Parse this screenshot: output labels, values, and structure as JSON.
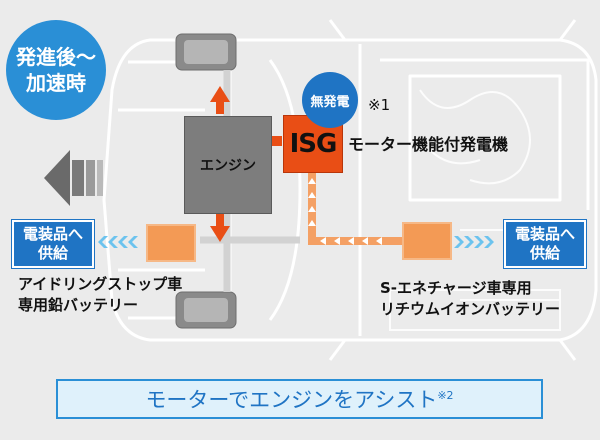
{
  "phase_badge": {
    "line1": "発進後～",
    "line2": "加速時"
  },
  "engine": {
    "label": "エンジン"
  },
  "isg": {
    "label": "ISG",
    "description": "モーター機能付発電機"
  },
  "no_generation": {
    "label": "無発電",
    "note": "※1"
  },
  "supply_left": {
    "line1": "電装品へ",
    "line2": "供給"
  },
  "supply_right": {
    "line1": "電装品へ",
    "line2": "供給"
  },
  "lead_battery": {
    "line1": "アイドリングストップ車",
    "line2": "専用鉛バッテリー"
  },
  "li_battery": {
    "line1": "S-エネチャージ車専用",
    "line2": "リチウムイオンバッテリー"
  },
  "assist_banner": {
    "text": "モーターでエンジンをアシスト",
    "note": "※2"
  },
  "colors": {
    "background": "#ebebeb",
    "car_outline": "#ffffff",
    "badge_blue": "#2a8fd6",
    "supply_blue": "#1f74c4",
    "isg_orange": "#e94e15",
    "battery_orange": "#f39a55",
    "flow_orange": "#f4a064",
    "engine_gray": "#7d7d7d",
    "banner_fill": "#dff1fb"
  },
  "icons": [
    "direction-arrow-left-icon",
    "flow-arrow-icon",
    "chevron-flow-icon"
  ]
}
